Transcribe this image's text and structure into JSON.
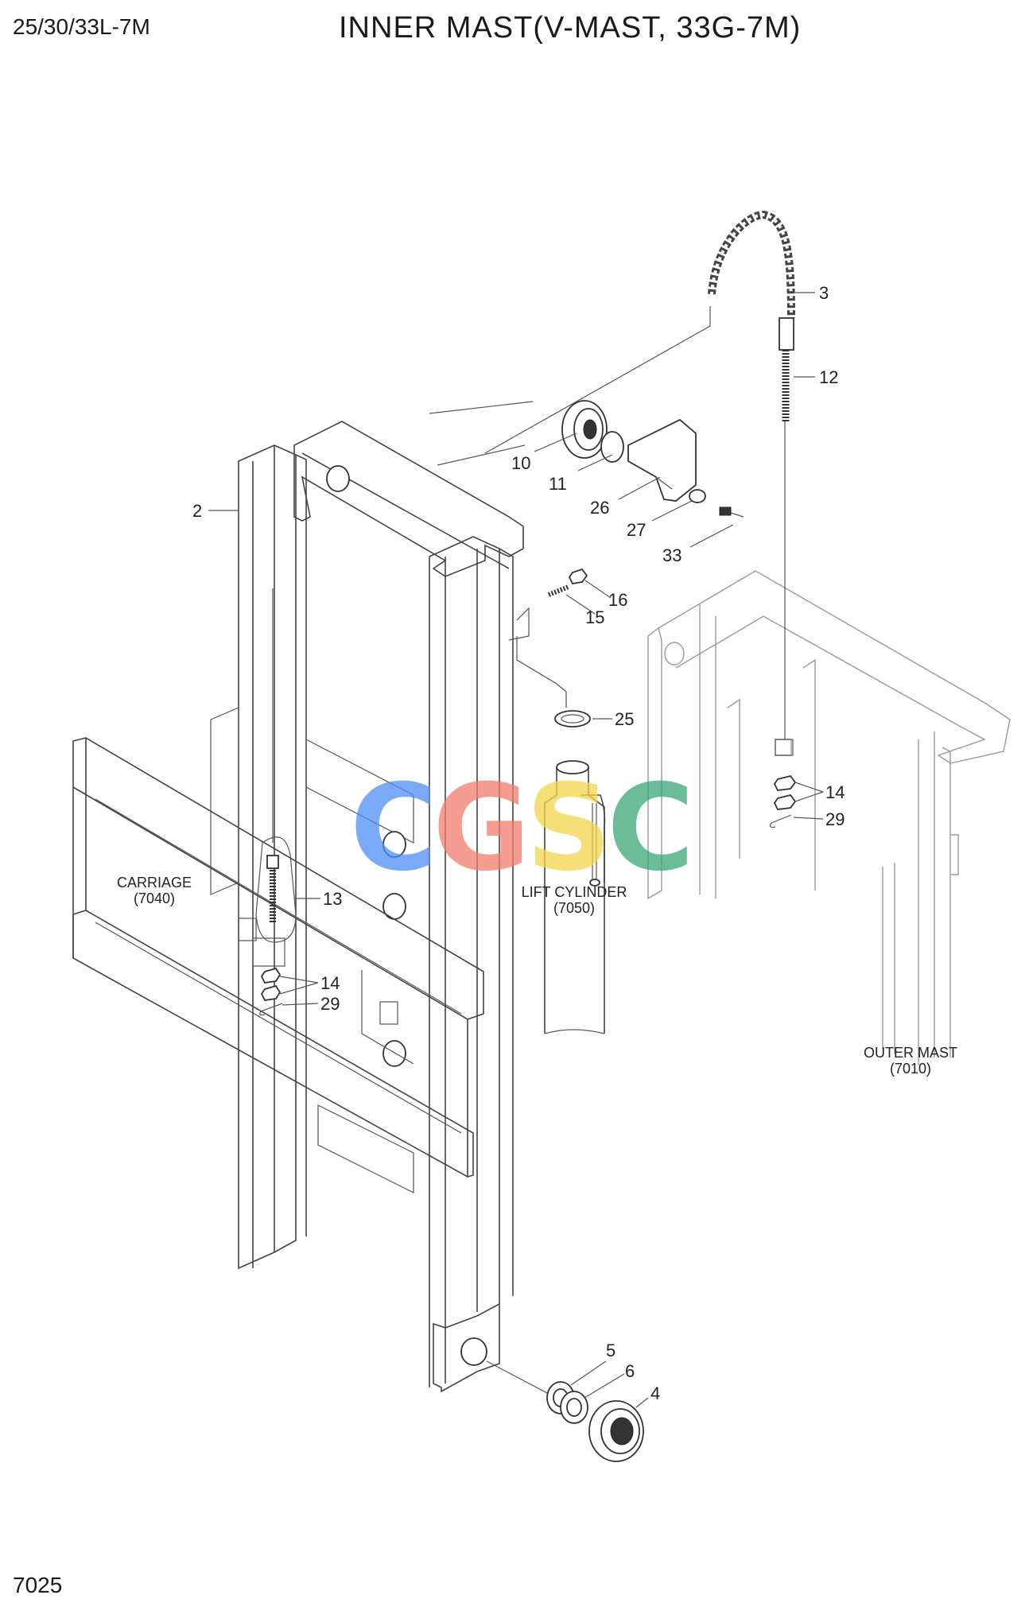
{
  "header": {
    "model": "25/30/33L-7M",
    "title": "INNER MAST(V-MAST, 33G-7M)"
  },
  "footer": {
    "page_number": "7025"
  },
  "watermark": {
    "letters": [
      "C",
      "G",
      "S",
      "C"
    ],
    "colors": [
      "#4d8df5",
      "#f27b6b",
      "#f5d54a",
      "#3aa676"
    ]
  },
  "callouts": [
    "2",
    "3",
    "12",
    "10",
    "11",
    "26",
    "27",
    "33",
    "16",
    "15",
    "25",
    "14",
    "29",
    "13",
    "14",
    "29",
    "5",
    "6",
    "4"
  ],
  "references": {
    "carriage": {
      "name": "CARRIAGE",
      "code": "(7040)"
    },
    "lift_cylinder": {
      "name": "LIFT CYLINDER",
      "code": "(7050)"
    },
    "outer_mast": {
      "name": "OUTER MAST",
      "code": "(7010)"
    }
  }
}
